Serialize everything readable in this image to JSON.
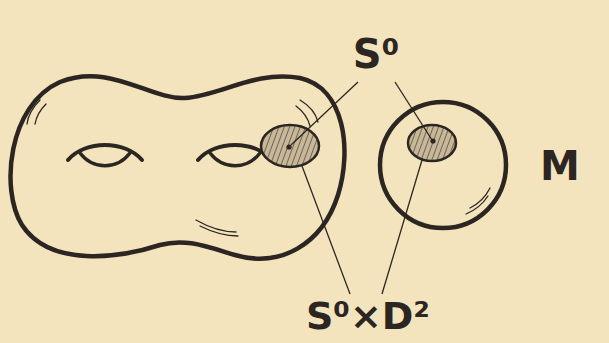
{
  "diagram": {
    "labels": [
      "S⁰",
      "S⁰×D²",
      "M"
    ]
  }
}
